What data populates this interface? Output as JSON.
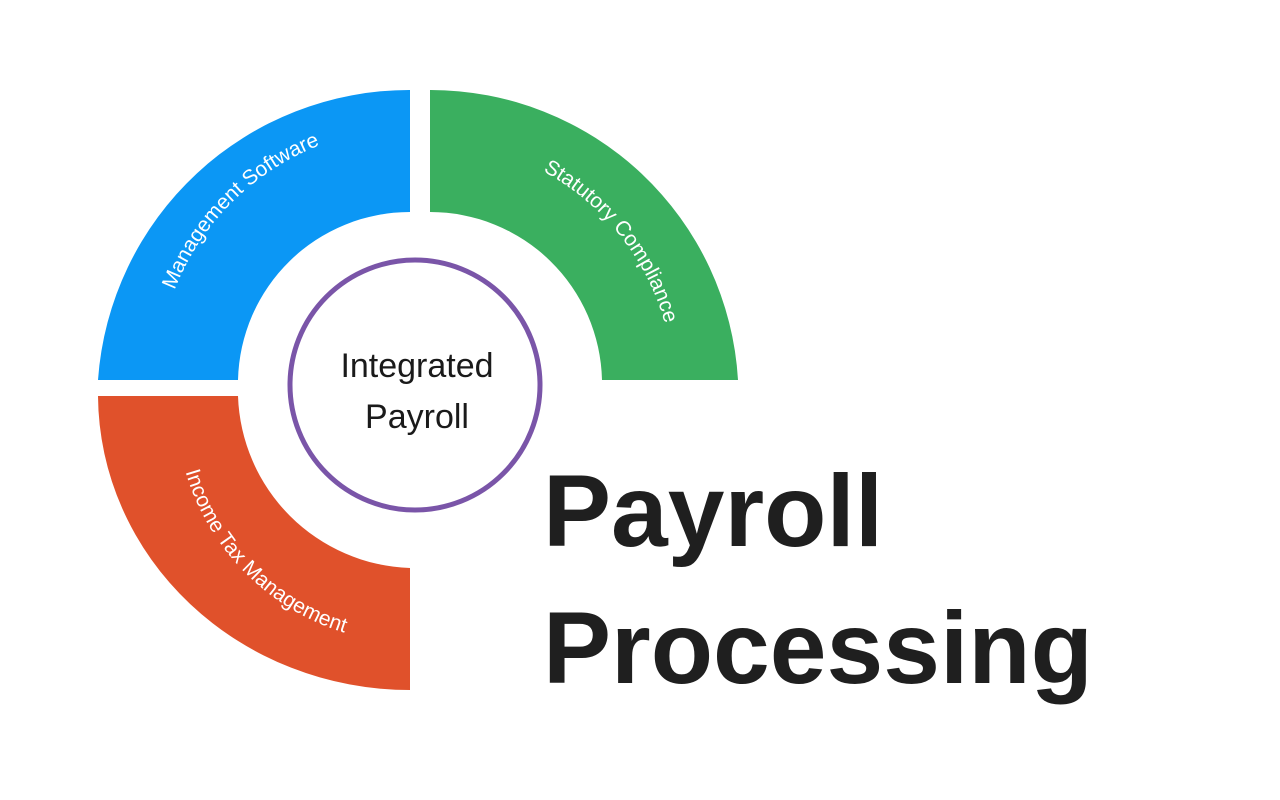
{
  "diagram": {
    "center": {
      "line1": "Integrated",
      "line2": "Payroll",
      "ring_color": "#7a55a8"
    },
    "segments": [
      {
        "label": "Management Software",
        "color": "#0b97f5"
      },
      {
        "label": "Statutory Compliance",
        "color": "#3aaf5f"
      },
      {
        "label": "Income Tax Management",
        "color": "#e0512b"
      }
    ]
  },
  "title": {
    "line1": "Payroll",
    "line2": "Processing"
  }
}
